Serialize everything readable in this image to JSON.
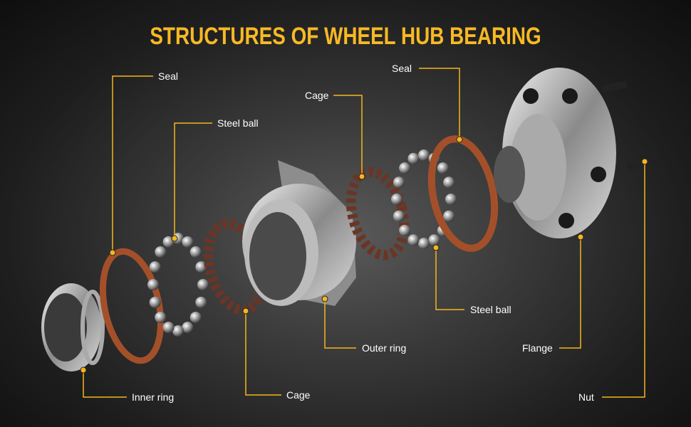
{
  "title": "STRUCTURES OF WHEEL HUB BEARING",
  "accent_color": "#f5b51e",
  "labels": {
    "seal_left": "Seal",
    "steel_ball_left": "Steel ball",
    "cage_top": "Cage",
    "seal_right": "Seal",
    "inner_ring": "Inner ring",
    "cage_bottom": "Cage",
    "outer_ring": "Outer ring",
    "steel_ball_right": "Steel ball",
    "flange": "Flange",
    "nut": "Nut"
  }
}
